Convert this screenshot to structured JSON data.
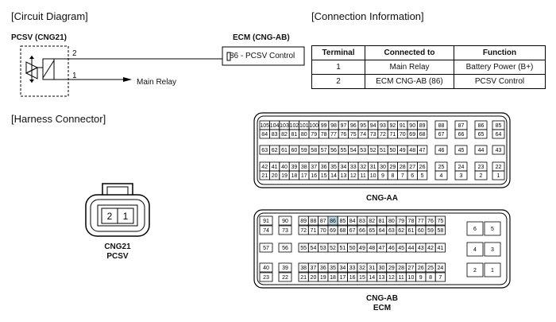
{
  "sections": {
    "circuit": "[Circuit Diagram]",
    "connection": "[Connection Information]",
    "harness": "[Harness Connector]"
  },
  "circuit": {
    "pcsv_title": "PCSV (CNG21)",
    "ecm_title": "ECM (CNG-AB)",
    "pin2": "2",
    "pin1": "1",
    "ecm_pin_label": "86 - PCSV Control",
    "main_relay": "Main Relay"
  },
  "table": {
    "headers": [
      "Terminal",
      "Connected to",
      "Function"
    ],
    "rows": [
      [
        "1",
        "Main Relay",
        "Battery Power (B+)"
      ],
      [
        "2",
        "ECM CNG-AB (86)",
        "PCSV Control"
      ]
    ]
  },
  "cng21": {
    "pins": [
      "2",
      "1"
    ],
    "label1": "CNG21",
    "label2": "PCSV"
  },
  "cng_aa": {
    "label": "CNG-AA",
    "rows": [
      [
        "105",
        "104",
        "103",
        "102",
        "101",
        "100",
        "99",
        "98",
        "97",
        "96",
        "95",
        "94",
        "93",
        "92",
        "91",
        "90",
        "89"
      ],
      [
        "84",
        "83",
        "82",
        "81",
        "80",
        "79",
        "78",
        "77",
        "76",
        "75",
        "74",
        "73",
        "72",
        "71",
        "70",
        "69",
        "68"
      ],
      [
        "63",
        "62",
        "61",
        "60",
        "59",
        "58",
        "57",
        "56",
        "55",
        "54",
        "53",
        "52",
        "51",
        "50",
        "49",
        "48",
        "47"
      ],
      [
        "42",
        "41",
        "40",
        "39",
        "38",
        "37",
        "36",
        "35",
        "34",
        "33",
        "32",
        "31",
        "30",
        "29",
        "28",
        "27",
        "26"
      ],
      [
        "21",
        "20",
        "19",
        "18",
        "17",
        "16",
        "15",
        "14",
        "13",
        "12",
        "11",
        "10",
        "9",
        "8",
        "7",
        "6",
        "5"
      ]
    ],
    "right_rows": [
      [
        "88",
        "87",
        "86",
        "85"
      ],
      [
        "67",
        "66",
        "65",
        "64"
      ],
      [
        "46",
        "45",
        "44",
        "43"
      ],
      [
        "25",
        "24",
        "23",
        "22"
      ],
      [
        "4",
        "3",
        "2",
        "1"
      ]
    ]
  },
  "cng_ab": {
    "label1": "CNG-AB",
    "label2": "ECM",
    "highlight": "86",
    "left_rows": [
      [
        "91",
        "90"
      ],
      [
        "74",
        "73"
      ],
      [
        "57",
        "56"
      ],
      [
        "40",
        "39"
      ],
      [
        "23",
        "22"
      ]
    ],
    "rows": [
      [
        "89",
        "88",
        "87",
        "86",
        "85",
        "84",
        "83",
        "82",
        "81",
        "80",
        "79",
        "78",
        "77",
        "76",
        "75"
      ],
      [
        "72",
        "71",
        "70",
        "69",
        "68",
        "67",
        "66",
        "65",
        "64",
        "63",
        "62",
        "61",
        "60",
        "59",
        "58"
      ],
      [
        "55",
        "54",
        "53",
        "52",
        "51",
        "50",
        "49",
        "48",
        "47",
        "46",
        "45",
        "44",
        "43",
        "42",
        "41"
      ],
      [
        "38",
        "37",
        "36",
        "35",
        "34",
        "33",
        "32",
        "31",
        "30",
        "29",
        "28",
        "27",
        "26",
        "25",
        "24"
      ],
      [
        "21",
        "20",
        "19",
        "18",
        "17",
        "16",
        "15",
        "14",
        "13",
        "12",
        "11",
        "10",
        "9",
        "8",
        "7"
      ]
    ],
    "right_pins": [
      [
        "6",
        "5"
      ],
      [
        "4",
        "3"
      ],
      [
        "2",
        "1"
      ]
    ],
    "highlight_color": "#b8d4e0"
  }
}
